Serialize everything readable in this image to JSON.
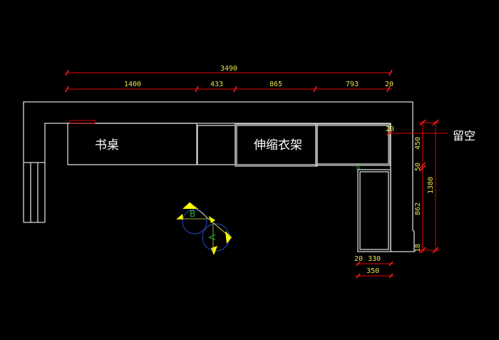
{
  "labels": {
    "desk": "书桌",
    "wardrobe": "伸缩衣架",
    "reserved": "留空"
  },
  "dimensions": {
    "total": "3490",
    "segments": [
      "1400",
      "433",
      "865",
      "793",
      "20"
    ],
    "gap": "20",
    "right": [
      "450",
      "50",
      "862",
      "18"
    ],
    "right_total": "1380",
    "bottom": [
      "20",
      "330"
    ],
    "bottom_total": "350"
  },
  "doors": {
    "a": "A",
    "b": "B"
  },
  "colors": {
    "background": "#000000",
    "walls": "#d8d8d8",
    "dimension_lines": "#c00000",
    "dimension_text": "#e6e04a",
    "door_marker": "#ffff00",
    "door_arc": "#2040a0"
  }
}
